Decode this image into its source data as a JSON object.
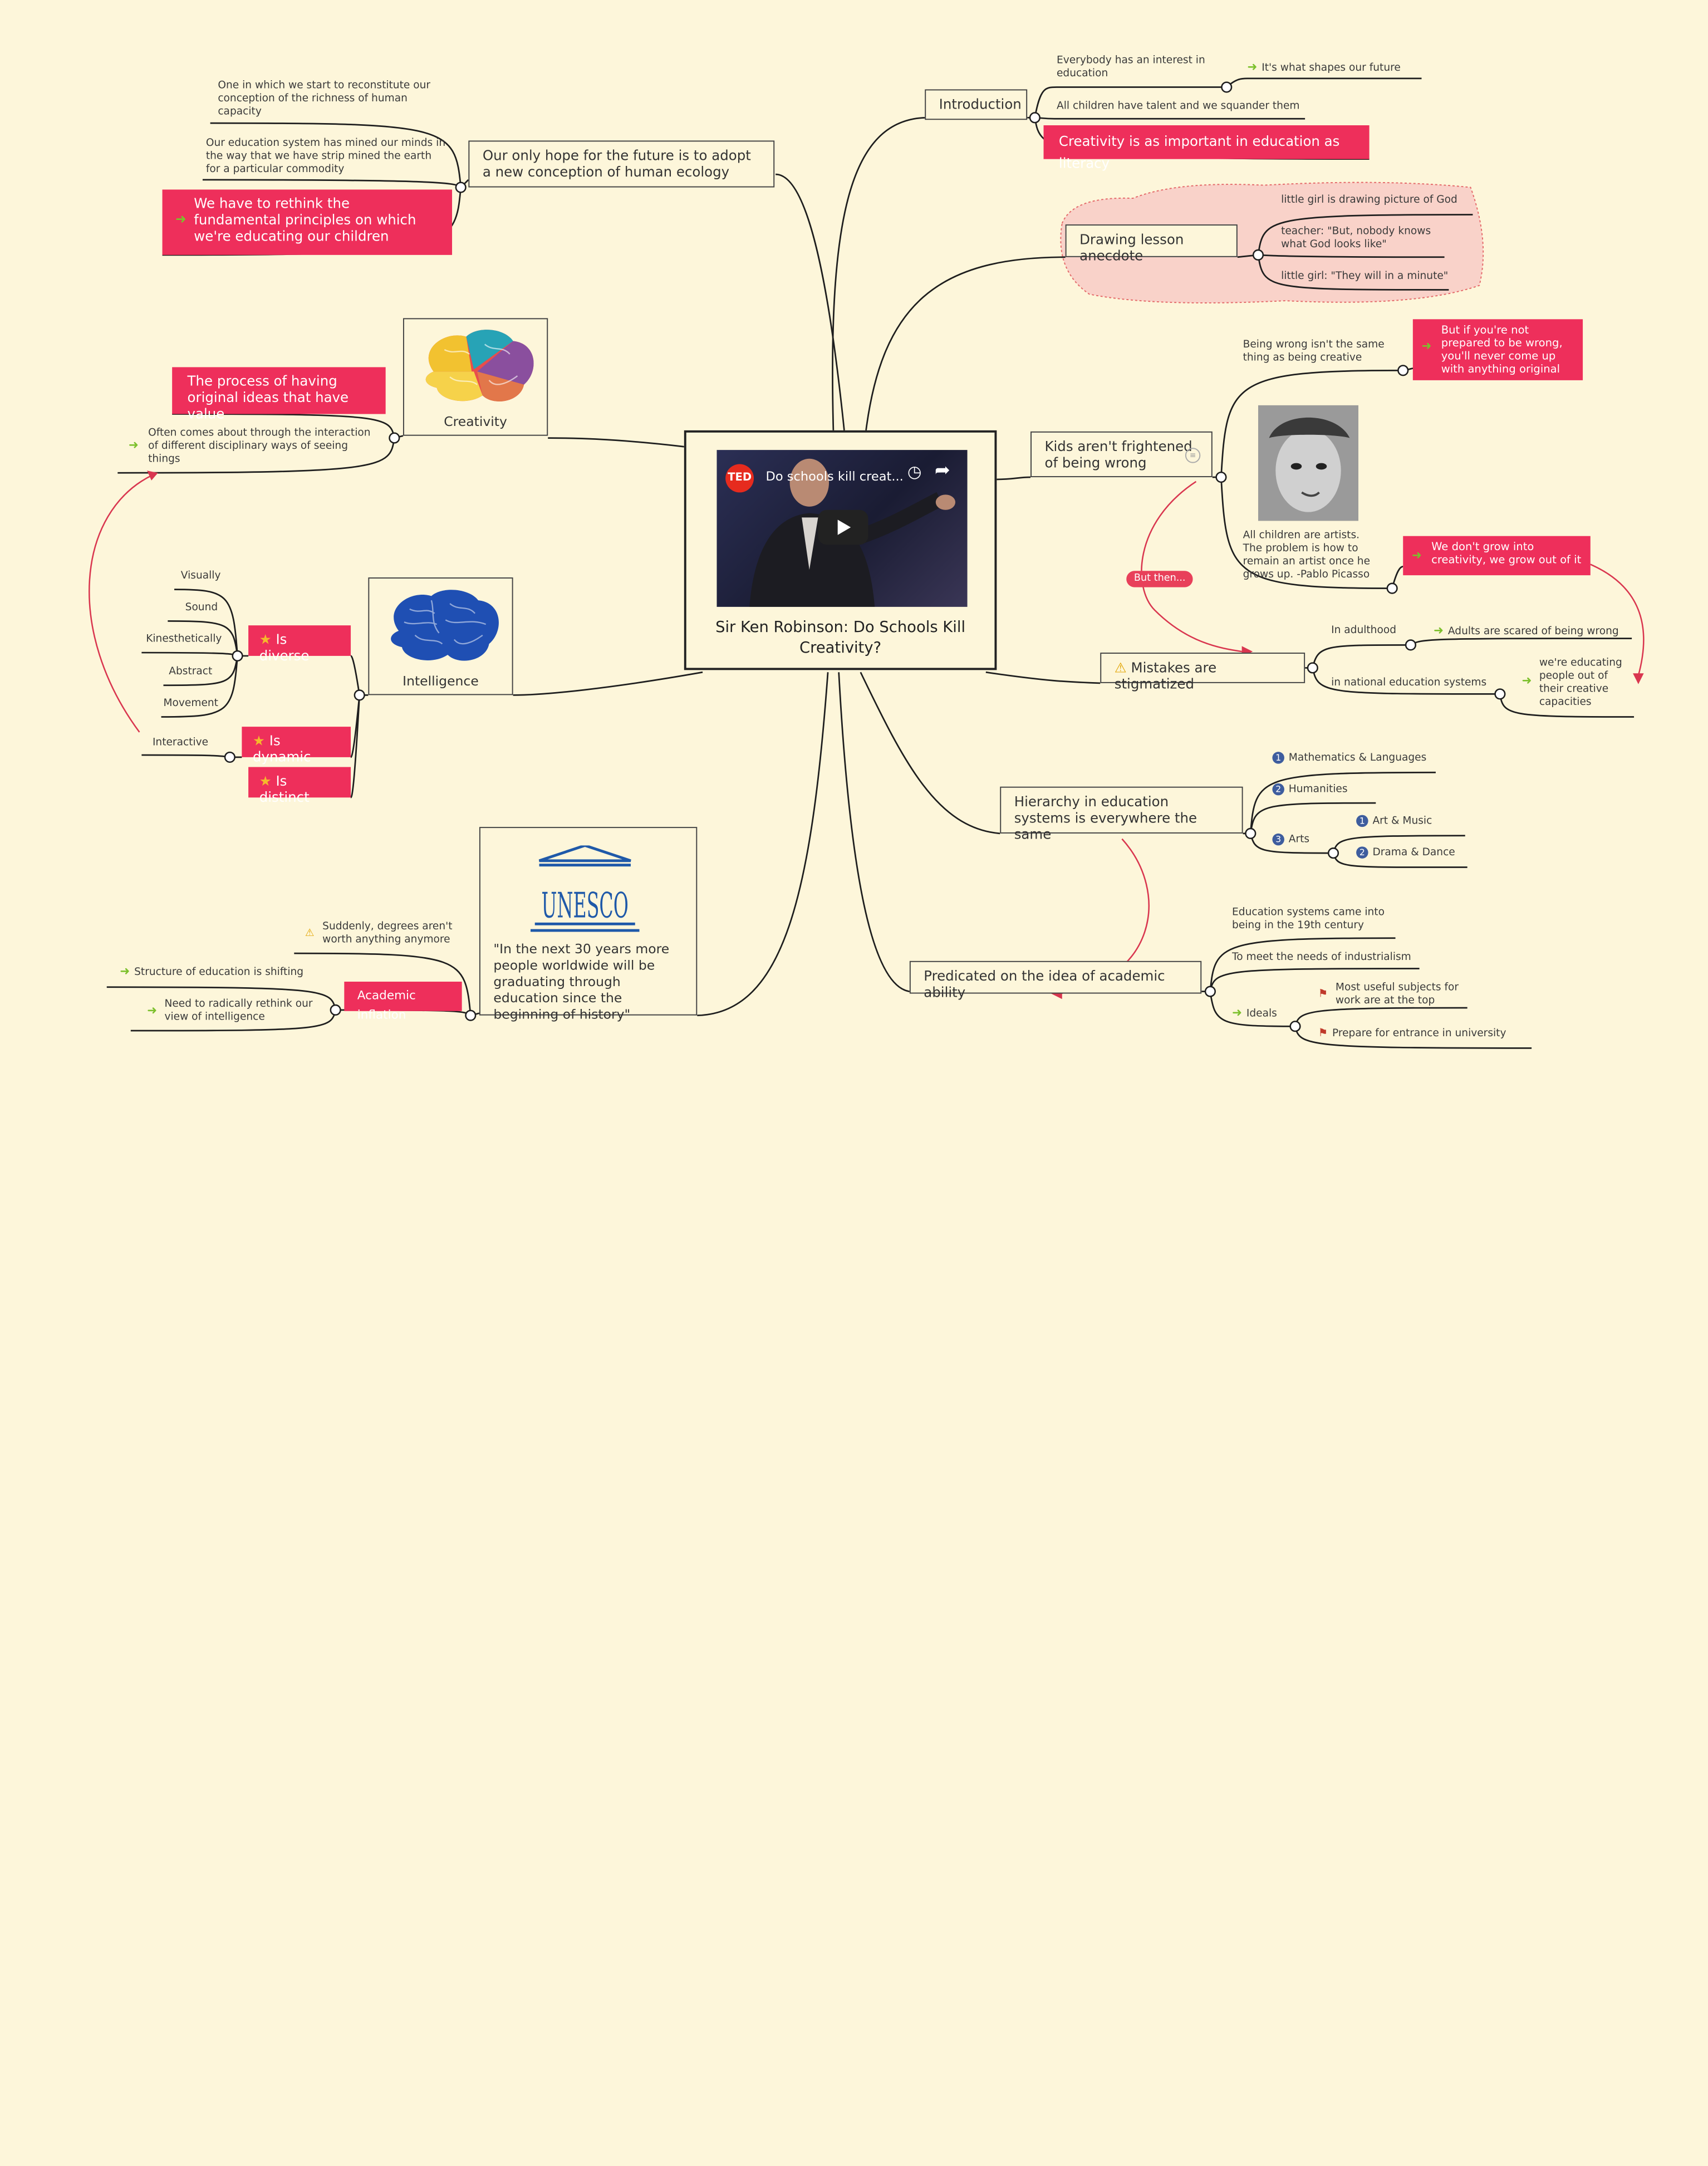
{
  "center": {
    "title": "Sir Ken Robinson: Do Schools Kill Creativity?",
    "video_title": "Do schools kill creat...",
    "video_brand": "TED",
    "icons": [
      "play-icon",
      "clock-icon",
      "share-icon"
    ]
  },
  "topics": {
    "introduction": {
      "label": "Introduction",
      "interest": "Everybody has an interest in education",
      "interest_note": "It's what shapes our future",
      "talent": "All children have talent and we squander them",
      "creativity_literacy": "Creativity is as important in education as literacy"
    },
    "drawing": {
      "label": "Drawing lesson anecdote",
      "items": [
        "little girl is drawing picture of God",
        "teacher: \"But, nobody knows what God looks like\"",
        "little girl: \"They will in a minute\""
      ]
    },
    "kids": {
      "label": "Kids aren't frightened of being wrong",
      "wrong_creative": "Being wrong isn't the same thing as being creative",
      "not_prepared": "But if you're not prepared to be wrong, you'll never come up with anything original",
      "picasso_quote": "All children are artists. The problem is how to remain an artist once he grows up. -Pablo Picasso",
      "grow_out": "We don't grow into creativity, we grow out of it",
      "relation_label": "But then..."
    },
    "mistakes": {
      "label": "Mistakes are stigmatized",
      "adulthood": "In adulthood",
      "adults_scared": "Adults are scared of being wrong",
      "national": "in national education systems",
      "educating_out": "we're educating people out of their creative capacities"
    },
    "hierarchy": {
      "label": "Hierarchy in education systems is everywhere the same",
      "items": [
        {
          "num": "1",
          "label": "Mathematics & Languages"
        },
        {
          "num": "2",
          "label": "Humanities"
        },
        {
          "num": "3",
          "label": "Arts"
        }
      ],
      "arts_items": [
        {
          "num": "1",
          "label": "Art & Music"
        },
        {
          "num": "2",
          "label": "Drama & Dance"
        }
      ]
    },
    "predicated": {
      "label": "Predicated on the idea of academic ability",
      "c19": "Education systems came into being in the 19th century",
      "industrialism": "To meet the needs of industrialism",
      "ideals": "Ideals",
      "useful": "Most useful subjects for work are at the top",
      "entrance": "Prepare for entrance in university"
    },
    "ecology": {
      "label": "Our only hope for the future is to adopt a new conception of human ecology",
      "reconstitute": "One in which we start to reconstitute our conception of the richness of human capacity",
      "mined": "Our education system has mined our minds in the way that we have strip mined the earth for a particular commodity",
      "rethink": "We have to rethink the fundamental principles on which we're educating our children"
    },
    "creativity": {
      "label": "Creativity",
      "definition": "The process of having original ideas that have value",
      "interaction": "Often comes about through the interaction of different disciplinary ways of seeing things"
    },
    "intelligence": {
      "label": "Intelligence",
      "diverse": "Is diverse",
      "dynamic": "Is dynamic",
      "distinct": "Is distinct",
      "ways": [
        "Visually",
        "Sound",
        "Kinesthetically",
        "Abstract",
        "Movement"
      ],
      "interactive": "Interactive"
    },
    "unesco": {
      "logo_text": "UNESCO",
      "quote": "\"In the next 30 years more people worldwide will be graduating through education since the beginning of history\"",
      "inflation": "Academic inflation",
      "degrees": "Suddenly, degrees aren't worth anything anymore",
      "structure": "Structure of education is shifting",
      "rethink_intel": "Need to radically rethink our view of intelligence"
    }
  },
  "colors": {
    "background": "#fdf6da",
    "accent": "#ee2f5b",
    "line": "#222222",
    "relation": "#d9364f",
    "arrow": "#7cc02c",
    "star": "#f5b92b",
    "number": "#3e5d9e"
  }
}
